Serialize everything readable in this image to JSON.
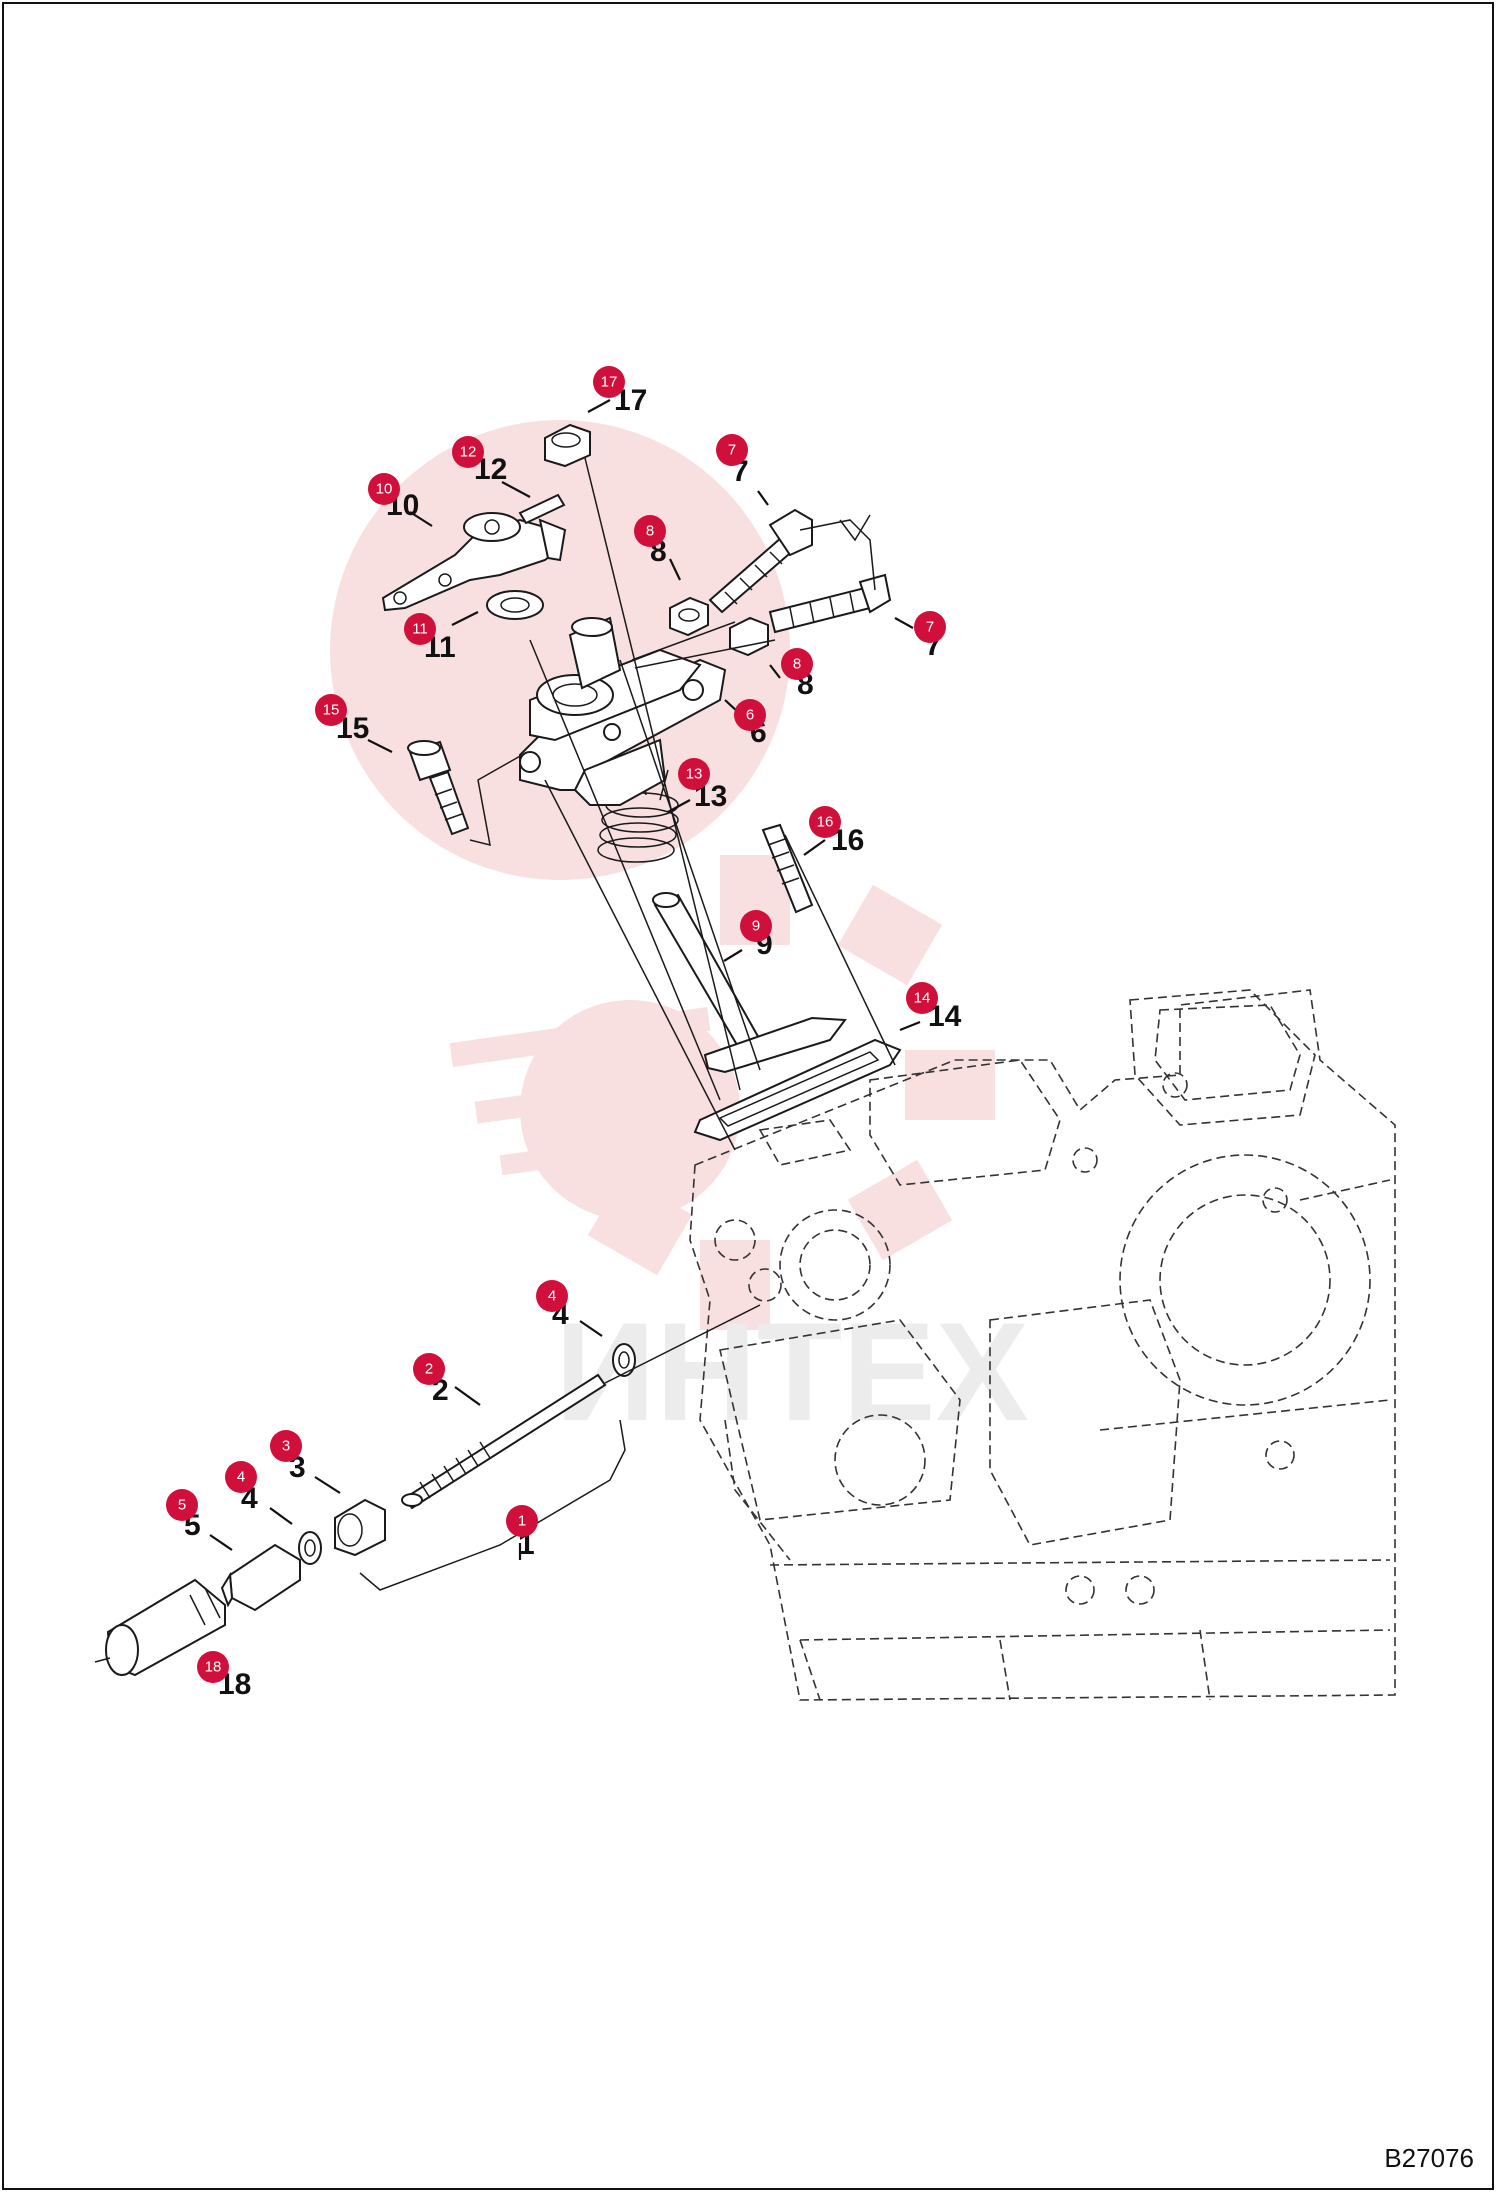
{
  "diagram_code": "B27076",
  "watermark_text": "ИНТЕХ",
  "colors": {
    "badge": "#d0103a",
    "line": "#111111",
    "watermark": "#f4c6c6"
  },
  "callouts": [
    {
      "id": "1",
      "label": "1"
    },
    {
      "id": "2",
      "label": "2"
    },
    {
      "id": "3",
      "label": "3"
    },
    {
      "id": "4a",
      "label": "4"
    },
    {
      "id": "4b",
      "label": "4"
    },
    {
      "id": "5",
      "label": "5"
    },
    {
      "id": "6",
      "label": "6"
    },
    {
      "id": "7a",
      "label": "7"
    },
    {
      "id": "7b",
      "label": "7"
    },
    {
      "id": "8a",
      "label": "8"
    },
    {
      "id": "8b",
      "label": "8"
    },
    {
      "id": "9",
      "label": "9"
    },
    {
      "id": "10",
      "label": "10"
    },
    {
      "id": "11",
      "label": "11"
    },
    {
      "id": "12",
      "label": "12"
    },
    {
      "id": "13",
      "label": "13"
    },
    {
      "id": "14",
      "label": "14"
    },
    {
      "id": "15",
      "label": "15"
    },
    {
      "id": "16",
      "label": "16"
    },
    {
      "id": "17",
      "label": "17"
    },
    {
      "id": "18",
      "label": "18"
    }
  ]
}
